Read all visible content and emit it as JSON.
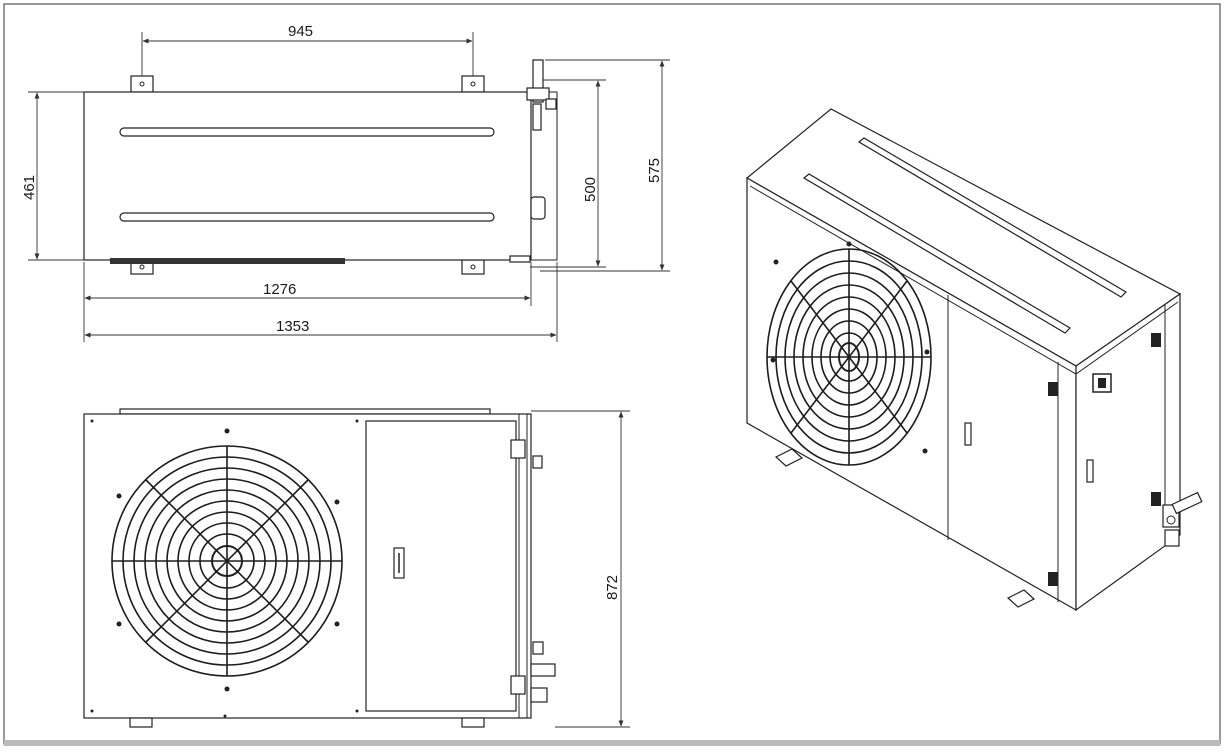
{
  "drawing": {
    "dimensions": {
      "bracket_spacing": "945",
      "top_depth": "461",
      "valve_depth": "500",
      "overall_depth": "575",
      "body_width": "1276",
      "overall_width": "1353",
      "height": "872"
    },
    "views": [
      "top-view",
      "front-view",
      "isometric-view"
    ],
    "colors": {
      "line": "#222222",
      "background": "#ffffff"
    }
  }
}
